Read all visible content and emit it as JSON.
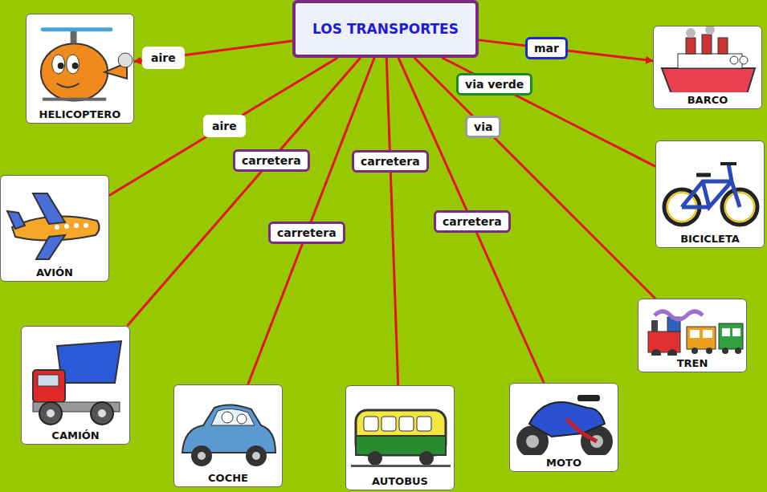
{
  "diagram": {
    "nodes": [
      {
        "text": [
          "LOS TRANSPORTES"
        ]
      },
      {
        "text": [
          "HELICOPTERO"
        ]
      },
      {
        "text": [
          "BARCO"
        ]
      },
      {
        "text": [
          "AVIÓN"
        ]
      },
      {
        "text": [
          "BICICLETA"
        ]
      },
      {
        "text": [
          "TREN"
        ]
      },
      {
        "text": [
          "CAMIÓN"
        ]
      },
      {
        "text": [
          "COCHE"
        ]
      },
      {
        "text": [
          "AUTOBUS"
        ]
      },
      {
        "text": [
          "MOTO"
        ]
      }
    ],
    "edges": [
      {
        "from": 0,
        "to": 1,
        "label": "aire",
        "arrow": "to"
      },
      {
        "from": 0,
        "to": 2,
        "label": "mar",
        "arrow": "to"
      },
      {
        "from": 0,
        "to": 3,
        "label": "aire",
        "arrow": "none"
      },
      {
        "from": 0,
        "to": 4,
        "label": "via verde",
        "arrow": "none"
      },
      {
        "from": 0,
        "to": 5,
        "label": "via",
        "arrow": "none"
      },
      {
        "from": 0,
        "to": 6,
        "label": "carretera",
        "arrow": "none"
      },
      {
        "from": 0,
        "to": 7,
        "label": "carretera",
        "arrow": "none"
      },
      {
        "from": 0,
        "to": 8,
        "label": "carretera",
        "arrow": "none"
      },
      {
        "from": 0,
        "to": 9,
        "label": "carretera",
        "arrow": "none"
      }
    ]
  }
}
